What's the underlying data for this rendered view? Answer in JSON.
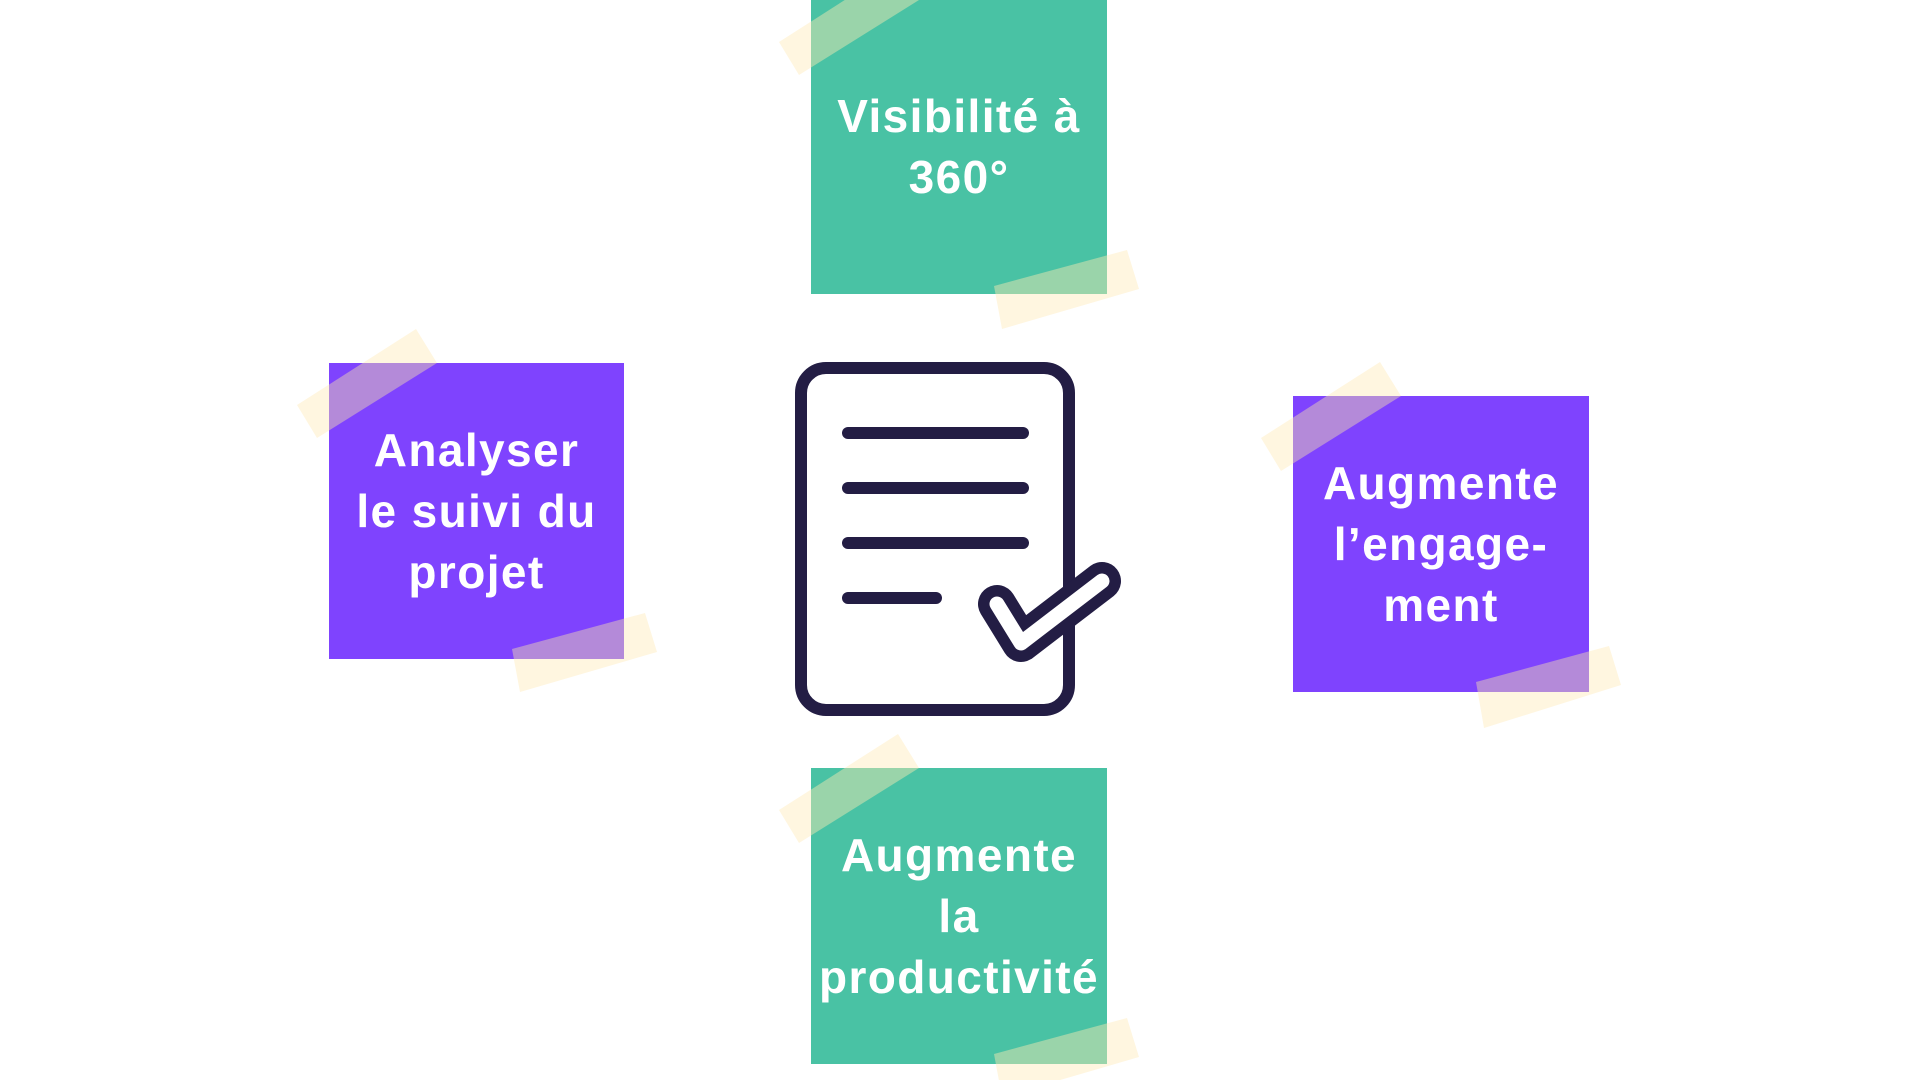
{
  "diagram": {
    "center_icon": "document-checklist-icon",
    "colors": {
      "background": "#ffffff",
      "green_card": "#49c2a4",
      "purple_card": "#7f43fe",
      "tape": "#fff6e0",
      "tape_on_green": "#9ad4aa",
      "tape_on_purple": "#b48ad9",
      "icon_stroke": "#231d44",
      "card_text": "#ffffff"
    },
    "cards": {
      "top": {
        "color": "green",
        "lines": [
          "Visibilité à",
          "360°"
        ]
      },
      "left": {
        "color": "purple",
        "lines": [
          "Analyser",
          "le suivi du",
          "projet"
        ]
      },
      "right": {
        "color": "purple",
        "lines": [
          "Augmente",
          "l’engage-",
          "ment"
        ]
      },
      "bottom": {
        "color": "green",
        "lines": [
          "Augmente",
          "la",
          "productivité"
        ]
      }
    }
  }
}
